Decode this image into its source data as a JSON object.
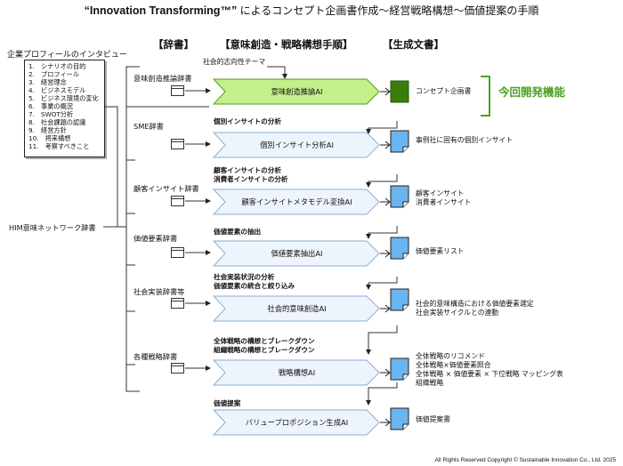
{
  "title": {
    "main": "“Innovation Transforming™” ",
    "sub": "によるコンセプト企画書作成～経営戦略構想～価値提案の手順"
  },
  "headers": {
    "dict": "【辞書】",
    "steps": "【意味創造・戦略構想手順】",
    "output": "【生成文書】"
  },
  "profile": {
    "title": "企業プロフィールのインタビュー",
    "items": [
      "1.　シナリオの目的",
      "2.　プロフィール",
      "3.　経営理念",
      "4.　ビジネスモデル",
      "5.　ビジネス環境の変化",
      "6.　事業の概況",
      "7.　SWOT分析",
      "8.　社会課題の認識",
      "9.　経営方針",
      "10.　将来構想",
      "11.　考察すべきこと"
    ]
  },
  "him_dict": "HIM意味ネットワーク辞書",
  "social_theme": "社会的志向性テーマ",
  "new_function": "今回開発機能",
  "steps": [
    {
      "dict": "意味創造推論辞書",
      "process": [],
      "ai": "意味創造推論AI",
      "output": [
        "コンセプト企画書"
      ]
    },
    {
      "dict": "SME辞書",
      "process": [
        "個別インサイトの分析"
      ],
      "ai": "個別インサイト分析AI",
      "output": [
        "事例社に固有の個別インサイト"
      ]
    },
    {
      "dict": "顧客インサイト辞書",
      "process": [
        "顧客インサイトの分析",
        "消費者インサイトの分析"
      ],
      "ai": "顧客インサイトメタモデル変換AI",
      "output": [
        "顧客インサイト",
        "消費者インサイト"
      ]
    },
    {
      "dict": "価値要素辞書",
      "process": [
        "価値要素の抽出"
      ],
      "ai": "価値要素抽出AI",
      "output": [
        "価値要素リスト"
      ]
    },
    {
      "dict": "社会実装辞書等",
      "process": [
        "社会実装状況の分析",
        "価値要素の統合と絞り込み"
      ],
      "ai": "社会的意味創造AI",
      "output": [
        "社会的意味構造における価値要素選定",
        "社会実装サイクルとの連動"
      ]
    },
    {
      "dict": "各種戦略辞書",
      "process": [
        "全体戦略の構想とブレークダウン",
        "組織戦略の構想とブレークダウン"
      ],
      "ai": "戦略構想AI",
      "output": [
        "全体戦略のリコメンド",
        "全体戦略×価値要素照合",
        "全体戦略 × 価値要素 × 下位戦略 マッピング表",
        "組織戦略"
      ]
    },
    {
      "dict": "",
      "process": [
        "価値提案"
      ],
      "ai": "バリュープロポジション生成AI",
      "output": [
        "価値提案書"
      ]
    }
  ],
  "colors": {
    "highlight_fill": "#c3f08a",
    "highlight_stroke": "#5a9a1a",
    "box_fill": "#eef4fb",
    "box_stroke": "#8aaed6",
    "doc_fill": "#6ab4f0",
    "doc_green": "#3a7d0a",
    "new_func": "#4aa31f"
  },
  "footer": "All Rights Reserved Copyright © Sustainable Innovation Co., Ltd. 2025"
}
